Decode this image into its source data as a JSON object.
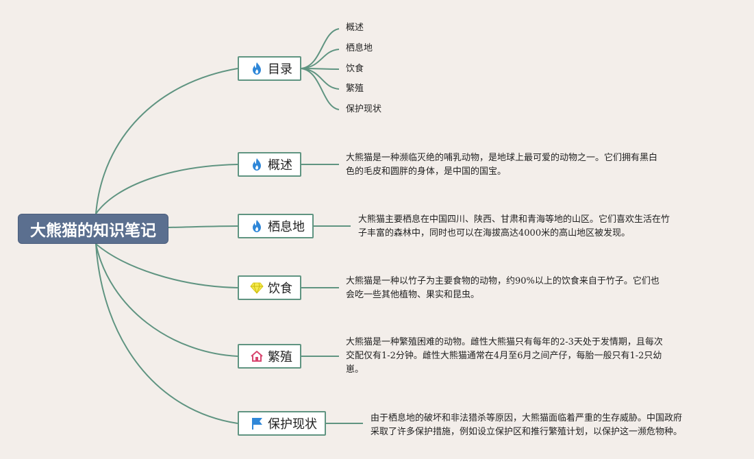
{
  "root": {
    "title": "大熊猫的知识笔记"
  },
  "topics": [
    {
      "label": "目录",
      "icon": "fire-icon"
    },
    {
      "label": "概述",
      "icon": "fire-icon"
    },
    {
      "label": "栖息地",
      "icon": "fire-icon"
    },
    {
      "label": "饮食",
      "icon": "diamond-icon"
    },
    {
      "label": "繁殖",
      "icon": "home-icon"
    },
    {
      "label": "保护现状",
      "icon": "flag-icon"
    }
  ],
  "toc_items": [
    "概述",
    "栖息地",
    "饮食",
    "繁殖",
    "保护现状"
  ],
  "descriptions": {
    "overview": [
      "大熊猫是一种濒临灭绝的哺乳动物，是地球上最可爱的动物之一。它们拥有黑白",
      "色的毛皮和圆胖的身体，是中国的国宝。"
    ],
    "habitat": [
      "大熊猫主要栖息在中国四川、陕西、甘肃和青海等地的山区。它们喜欢生活在竹",
      "子丰富的森林中，同时也可以在海拔高达4000米的高山地区被发现。"
    ],
    "diet": [
      "大熊猫是一种以竹子为主要食物的动物，约90%以上的饮食来自于竹子。它们也",
      "会吃一些其他植物、果实和昆虫。"
    ],
    "breeding": [
      "大熊猫是一种繁殖困难的动物。雌性大熊猫只有每年的2-3天处于发情期，且每次",
      "交配仅有1-2分钟。雌性大熊猫通常在4月至6月之间产仔，每胎一般只有1-2只幼",
      "崽。"
    ],
    "conservation": [
      "由于栖息地的破坏和非法猎杀等原因，大熊猫面临着严重的生存威胁。中国政府",
      "采取了许多保护措施，例如设立保护区和推行繁殖计划，以保护这一濒危物种。"
    ]
  },
  "colors": {
    "background": "#f3eeea",
    "root_fill": "#5b6f8f",
    "connector": "#5f9481",
    "fire_icon": "#2f87d8",
    "diamond_icon": "#e8d820",
    "home_icon": "#d8456e",
    "flag_icon": "#2f87d8"
  }
}
